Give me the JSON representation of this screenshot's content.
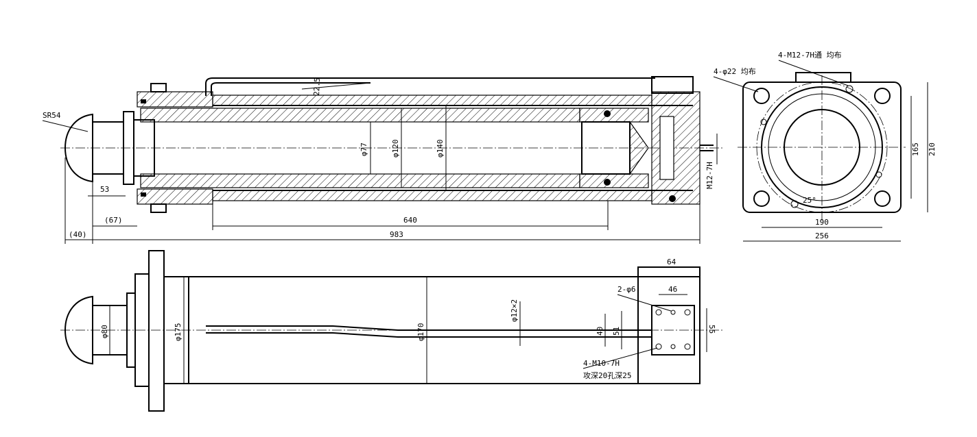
{
  "labels": {
    "sr54": "SR54",
    "d77": "φ77",
    "d120": "φ120",
    "d140": "φ140",
    "angle": "22.5",
    "m12port": "M12-7H",
    "l53": "53",
    "l67": "(67)",
    "l640": "640",
    "l40": "(40)",
    "l983": "983",
    "flange_holes": "4-φ22 均布",
    "flange_threads": "4-M12-7H通 均布",
    "w165": "165",
    "w210": "210",
    "w190": "190",
    "w256": "256",
    "a25": "25°",
    "d80": "φ80",
    "d175": "φ175",
    "d170": "φ170",
    "pipe": "φ12×2",
    "l64": "64",
    "l46": "46",
    "pins": "2-φ6",
    "h40": "40",
    "h51": "51",
    "h55": "55",
    "bolts": "4-M10-7H",
    "bolts_depth": "攻深20孔深25"
  },
  "colors": {
    "line": "#000000",
    "background": "#ffffff"
  }
}
